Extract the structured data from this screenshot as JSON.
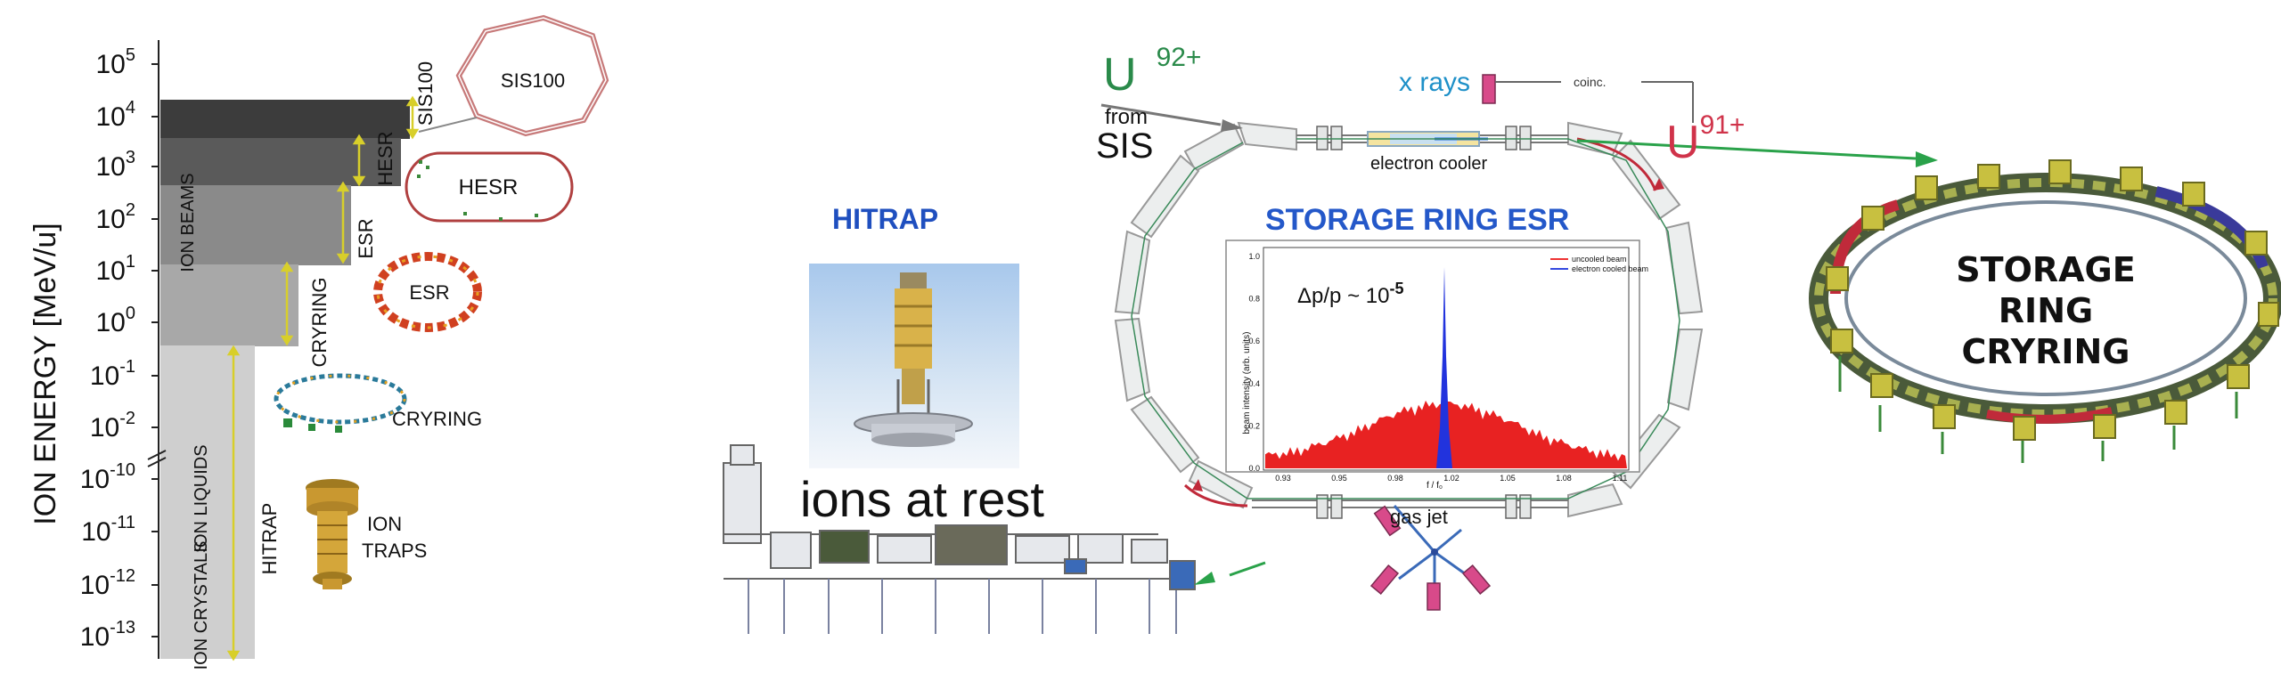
{
  "energy_chart": {
    "ylabel": "ION ENERGY [MeV/u]",
    "ticks_upper": [
      {
        "base": "10",
        "exp": "5"
      },
      {
        "base": "10",
        "exp": "4"
      },
      {
        "base": "10",
        "exp": "3"
      },
      {
        "base": "10",
        "exp": "2"
      },
      {
        "base": "10",
        "exp": "1"
      },
      {
        "base": "10",
        "exp": "0"
      },
      {
        "base": "10",
        "exp": "-1"
      },
      {
        "base": "10",
        "exp": "-2"
      }
    ],
    "ticks_lower": [
      {
        "base": "10",
        "exp": "-10"
      },
      {
        "base": "10",
        "exp": "-11"
      },
      {
        "base": "10",
        "exp": "-12"
      },
      {
        "base": "10",
        "exp": "-13"
      }
    ],
    "band_labels": {
      "ion_beams": "ION BEAMS",
      "ion_liquids": "ION LIQUIDS",
      "ion_crystals": "ION CRYSTALS",
      "ion_traps": "ION TRAPS"
    },
    "facility_labels": {
      "sis100_vertical": "SIS100",
      "hesr_vertical": "HESR",
      "esr_vertical": "ESR",
      "cryring_vertical": "CRYRING",
      "hitrap_vertical": "HITRAP"
    },
    "ring_labels": {
      "sis100": "SIS100",
      "hesr": "HESR",
      "esr": "ESR",
      "cryring": "CRYRING"
    }
  },
  "hitrap": {
    "title": "HITRAP",
    "caption": "ions at rest"
  },
  "esr": {
    "title": "STORAGE RING ESR",
    "u92": "U",
    "u92_charge": "92+",
    "from": "from",
    "sis": "SIS",
    "xrays": "x rays",
    "coinc": "coinc.",
    "u91": "U",
    "u91_charge": "91+",
    "electron_cooler": "electron cooler",
    "gas_jet": "gas jet",
    "inset": {
      "annotation_base": "Δp/p ~ 10",
      "annotation_exp": "-5",
      "legend_uncooled": "uncooled beam",
      "legend_cooled": "electron cooled beam",
      "xlabel": "f / f₀",
      "ylabel": "beam intensity (arb. units)",
      "yticks": [
        "1.0",
        "0.8",
        "0.6",
        "0.4",
        "0.2",
        "0.0"
      ],
      "xticks": [
        "0.93",
        "0.95",
        "0.98",
        "1.02",
        "1.05",
        "1.08",
        "1.11"
      ]
    }
  },
  "cryring": {
    "title_line1": "STORAGE RING",
    "title_line2": "CRYRING"
  },
  "colors": {
    "hitrap_blue": "#1f4fbf",
    "esr_blue": "#2458c9",
    "u92_green": "#2a8a4a",
    "u91_red": "#d0334a",
    "xray_blue": "#1e90c8",
    "arrow_green": "#2aa24a"
  }
}
